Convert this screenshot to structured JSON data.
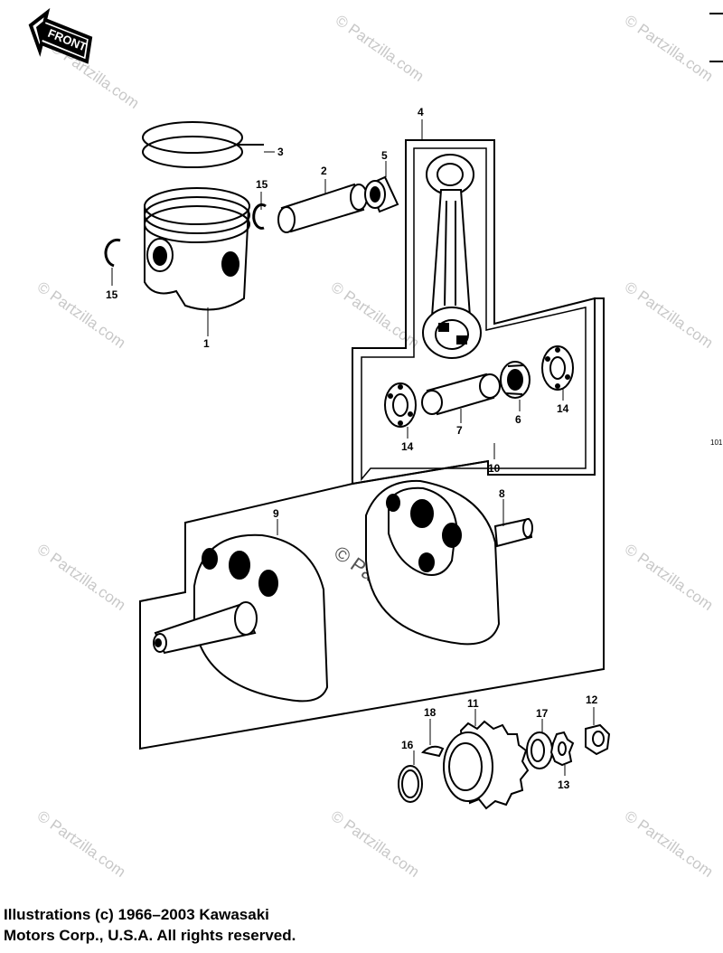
{
  "badge": {
    "front": "FRONT"
  },
  "labels": {
    "p1": "1",
    "p2": "2",
    "p3": "3",
    "p4": "4",
    "p5": "5",
    "p6": "6",
    "p7": "7",
    "p8": "8",
    "p9": "9",
    "p10": "10",
    "p11": "11",
    "p12": "12",
    "p13": "13",
    "p14a": "14",
    "p14b": "14",
    "p15a": "15",
    "p15b": "15",
    "p16": "16",
    "p17": "17",
    "p18": "18"
  },
  "page_code": "101",
  "watermark": {
    "text": "© Partzilla.com",
    "center_text": "© Partzilla.com"
  },
  "copyright": {
    "line1": "Illustrations (c) 1966–2003 Kawasaki",
    "line2": "Motors Corp., U.S.A.  All rights reserved."
  },
  "colors": {
    "ink": "#000000",
    "watermark": "#c8c8c8"
  }
}
